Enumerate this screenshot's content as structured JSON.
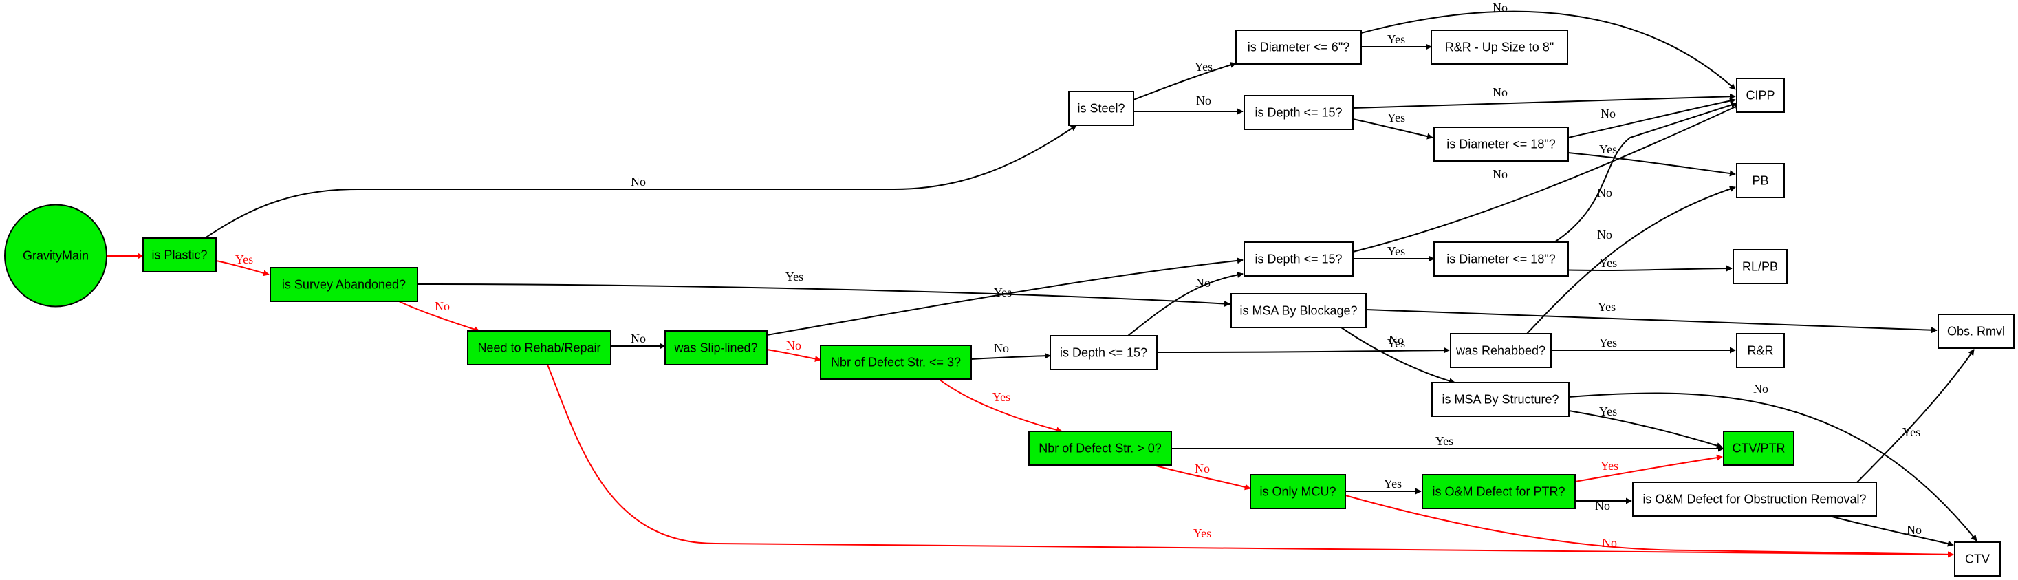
{
  "colors": {
    "active_fill": "#00ee00",
    "default_fill": "#ffffff",
    "active_edge": "#ff0000",
    "default_edge": "#000000"
  },
  "nodes": [
    {
      "id": "gravitymain",
      "label": "GravityMain",
      "shape": "circle",
      "active": true
    },
    {
      "id": "is-plastic",
      "label": "is Plastic?",
      "shape": "box",
      "active": true
    },
    {
      "id": "is-survey-abandoned",
      "label": "is Survey Abandoned?",
      "shape": "box",
      "active": true
    },
    {
      "id": "need-to-rehab-repair",
      "label": "Need to Rehab/Repair",
      "shape": "box",
      "active": true
    },
    {
      "id": "was-slip-lined",
      "label": "was Slip-lined?",
      "shape": "box",
      "active": true
    },
    {
      "id": "nbr-defect-le3",
      "label": "Nbr of Defect Str. <= 3?",
      "shape": "box",
      "active": true
    },
    {
      "id": "nbr-defect-gt0",
      "label": "Nbr of Defect Str. > 0?",
      "shape": "box",
      "active": true
    },
    {
      "id": "is-only-mcu",
      "label": "is Only MCU?",
      "shape": "box",
      "active": true
    },
    {
      "id": "is-om-defect-ptr",
      "label": "is O&M Defect for PTR?",
      "shape": "box",
      "active": true
    },
    {
      "id": "ctv-ptr",
      "label": "CTV/PTR",
      "shape": "box",
      "active": true
    },
    {
      "id": "is-steel",
      "label": "is Steel?",
      "shape": "box",
      "active": false
    },
    {
      "id": "is-diameter-le6",
      "label": "is Diameter <= 6\"?",
      "shape": "box",
      "active": false
    },
    {
      "id": "rr-upsize",
      "label": "R&R - Up Size to 8\"",
      "shape": "box",
      "active": false
    },
    {
      "id": "is-depth-le15-a",
      "label": "is Depth <= 15?",
      "shape": "box",
      "active": false
    },
    {
      "id": "is-diameter-le18-a",
      "label": "is Diameter <= 18\"?",
      "shape": "box",
      "active": false
    },
    {
      "id": "cipp",
      "label": "CIPP",
      "shape": "box",
      "active": false
    },
    {
      "id": "pb",
      "label": "PB",
      "shape": "box",
      "active": false
    },
    {
      "id": "is-depth-le15-b",
      "label": "is Depth <= 15?",
      "shape": "box",
      "active": false
    },
    {
      "id": "is-diameter-le18-b",
      "label": "is Diameter <= 18\"?",
      "shape": "box",
      "active": false
    },
    {
      "id": "rl-pb",
      "label": "RL/PB",
      "shape": "box",
      "active": false
    },
    {
      "id": "is-msa-blockage",
      "label": "is MSA By Blockage?",
      "shape": "box",
      "active": false
    },
    {
      "id": "obs-rmvl",
      "label": "Obs. Rmvl",
      "shape": "box",
      "active": false
    },
    {
      "id": "is-depth-le15-c",
      "label": "is Depth <= 15?",
      "shape": "box",
      "active": false
    },
    {
      "id": "was-rehabbed",
      "label": "was Rehabbed?",
      "shape": "box",
      "active": false
    },
    {
      "id": "rr",
      "label": "R&R",
      "shape": "box",
      "active": false
    },
    {
      "id": "is-msa-structure",
      "label": "is MSA By Structure?",
      "shape": "box",
      "active": false
    },
    {
      "id": "is-om-obstruction",
      "label": "is O&M Defect for Obstruction Removal?",
      "shape": "box",
      "active": false
    },
    {
      "id": "ctv",
      "label": "CTV",
      "shape": "box",
      "active": false
    }
  ],
  "edges": [
    {
      "from": "gravitymain",
      "to": "is-plastic",
      "label": "",
      "active": true
    },
    {
      "from": "is-plastic",
      "to": "is-survey-abandoned",
      "label": "Yes",
      "active": true
    },
    {
      "from": "is-plastic",
      "to": "is-steel",
      "label": "No",
      "active": false
    },
    {
      "from": "is-survey-abandoned",
      "to": "need-to-rehab-repair",
      "label": "No",
      "active": true
    },
    {
      "from": "is-survey-abandoned",
      "to": "obs-rmvl",
      "label": "Yes",
      "active": false
    },
    {
      "from": "need-to-rehab-repair",
      "to": "was-slip-lined",
      "label": "Yes",
      "active": true
    },
    {
      "from": "need-to-rehab-repair",
      "to": "ctv",
      "label": "No",
      "active": false
    },
    {
      "from": "was-slip-lined",
      "to": "nbr-defect-le3",
      "label": "No",
      "active": true
    },
    {
      "from": "was-slip-lined",
      "to": "is-depth-le15-b",
      "label": "Yes",
      "active": false
    },
    {
      "from": "nbr-defect-le3",
      "to": "nbr-defect-gt0",
      "label": "Yes",
      "active": true
    },
    {
      "from": "nbr-defect-le3",
      "to": "is-depth-le15-c",
      "label": "No",
      "active": false
    },
    {
      "from": "nbr-defect-gt0",
      "to": "is-only-mcu",
      "label": "No",
      "active": true
    },
    {
      "from": "nbr-defect-gt0",
      "to": "ctv-ptr",
      "label": "Yes",
      "active": false
    },
    {
      "from": "is-only-mcu",
      "to": "is-om-defect-ptr",
      "label": "No",
      "active": true
    },
    {
      "from": "is-only-mcu",
      "to": "ctv",
      "label": "Yes",
      "active": false
    },
    {
      "from": "is-om-defect-ptr",
      "to": "ctv-ptr",
      "label": "Yes",
      "active": true
    },
    {
      "from": "is-om-defect-ptr",
      "to": "is-om-obstruction",
      "label": "No",
      "active": false
    },
    {
      "from": "is-steel",
      "to": "is-diameter-le6",
      "label": "Yes",
      "active": false
    },
    {
      "from": "is-steel",
      "to": "is-depth-le15-a",
      "label": "No",
      "active": false
    },
    {
      "from": "is-diameter-le6",
      "to": "rr-upsize",
      "label": "Yes",
      "active": false
    },
    {
      "from": "is-diameter-le6",
      "to": "cipp",
      "label": "No",
      "active": false
    },
    {
      "from": "is-depth-le15-a",
      "to": "cipp",
      "label": "No",
      "active": false
    },
    {
      "from": "is-depth-le15-a",
      "to": "is-diameter-le18-a",
      "label": "Yes",
      "active": false
    },
    {
      "from": "is-diameter-le18-a",
      "to": "cipp",
      "label": "No",
      "active": false
    },
    {
      "from": "is-diameter-le18-a",
      "to": "pb",
      "label": "Yes",
      "active": false
    },
    {
      "from": "is-depth-le15-b",
      "to": "cipp",
      "label": "No",
      "active": false
    },
    {
      "from": "is-depth-le15-b",
      "to": "is-diameter-le18-b",
      "label": "Yes",
      "active": false
    },
    {
      "from": "is-diameter-le18-b",
      "to": "cipp",
      "label": "No",
      "active": false
    },
    {
      "from": "is-diameter-le18-b",
      "to": "rl-pb",
      "label": "Yes",
      "active": false
    },
    {
      "from": "is-depth-le15-c",
      "to": "is-depth-le15-b",
      "label": "No",
      "active": false
    },
    {
      "from": "is-depth-le15-c",
      "to": "was-rehabbed",
      "label": "Yes",
      "active": false
    },
    {
      "from": "is-msa-blockage",
      "to": "obs-rmvl",
      "label": "Yes",
      "active": false
    },
    {
      "from": "is-msa-blockage",
      "to": "is-msa-structure",
      "label": "No",
      "active": false
    },
    {
      "from": "was-rehabbed",
      "to": "rr",
      "label": "Yes",
      "active": false
    },
    {
      "from": "was-rehabbed",
      "to": "pb",
      "label": "No",
      "active": false
    },
    {
      "from": "is-msa-structure",
      "to": "ctv-ptr",
      "label": "Yes",
      "active": false
    },
    {
      "from": "is-msa-structure",
      "to": "ctv",
      "label": "No",
      "active": false
    },
    {
      "from": "is-om-obstruction",
      "to": "obs-rmvl",
      "label": "Yes",
      "active": false
    },
    {
      "from": "is-om-obstruction",
      "to": "ctv",
      "label": "No",
      "active": false
    }
  ]
}
